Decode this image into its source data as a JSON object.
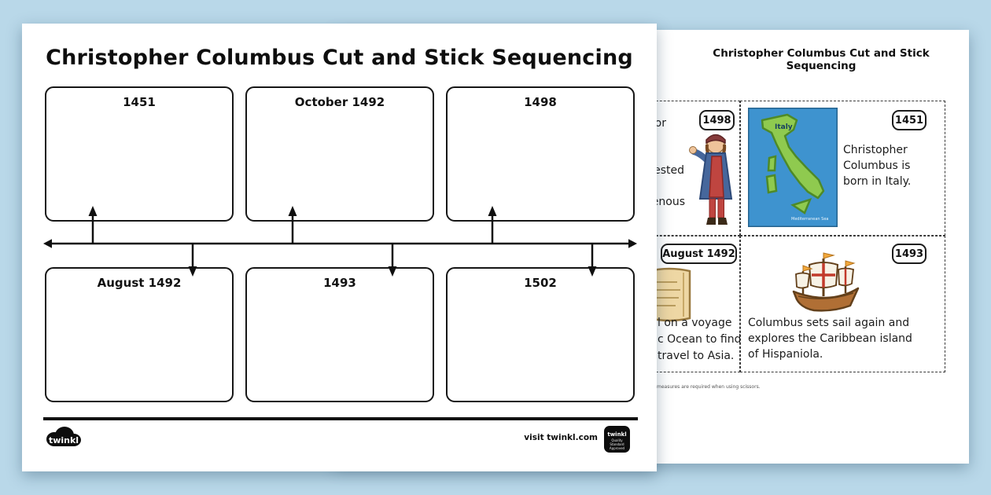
{
  "colors": {
    "background": "#b9d8e9",
    "map_sea": "#3e93cf",
    "map_land": "#8fca4f",
    "sail_cross_red": "#c23a2b",
    "hull_brown": "#b06f35"
  },
  "page1": {
    "title": "Christopher Columbus Cut and Stick Sequencing",
    "boxes_top": [
      "1451",
      "October 1492",
      "1498"
    ],
    "boxes_bottom": [
      "August 1492",
      "1493",
      "1502"
    ],
    "footer": {
      "logo": "twinkl",
      "visit": "visit twinkl.com",
      "badge_brand": "twinkl",
      "badge_line1": "Quality Standard",
      "badge_line2": "Approved"
    }
  },
  "page2": {
    "title": "Christopher Columbus Cut and Stick Sequencing",
    "card_1498": {
      "year": "1498",
      "fragments": [
        "or",
        "ested",
        "enous"
      ]
    },
    "card_1451": {
      "year": "1451",
      "lines": [
        "Christopher",
        "Columbus is",
        "born in Italy."
      ],
      "map_label": "Italy",
      "map_sea_label": "Mediterranean Sea"
    },
    "card_aug1492": {
      "year": "August 1492",
      "fragments": [
        "l on a voyage",
        "c Ocean to find",
        "travel to Asia."
      ]
    },
    "card_1493": {
      "year": "1493",
      "lines": [
        "Columbus sets sail again and",
        "explores the Caribbean island",
        "of Hispaniola."
      ]
    },
    "safety_note": "measures are required when using scissors."
  }
}
